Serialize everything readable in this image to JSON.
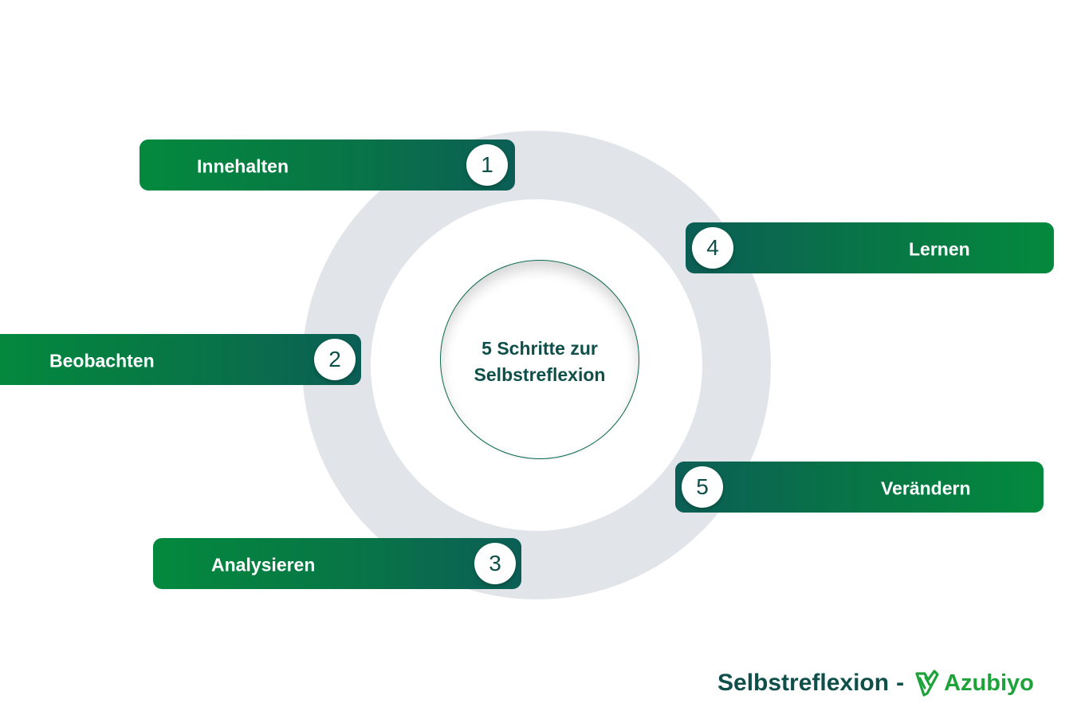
{
  "diagram": {
    "center_title": "5 Schritte zur Selbstreflexion",
    "steps": [
      {
        "number": "1",
        "label": "Innehalten"
      },
      {
        "number": "2",
        "label": "Beobachten"
      },
      {
        "number": "3",
        "label": "Analysieren"
      },
      {
        "number": "4",
        "label": "Lernen"
      },
      {
        "number": "5",
        "label": "Verändern"
      }
    ]
  },
  "footer": {
    "title": "Selbstreflexion",
    "separator": "-",
    "brand_name": "Azubiyo"
  },
  "colors": {
    "pill_green": "#03893d",
    "pill_dark": "#0b5e55",
    "ring_gray": "#e1e4e9",
    "text_dark": "#0f4f4a",
    "brand_green": "#1ea33b"
  }
}
